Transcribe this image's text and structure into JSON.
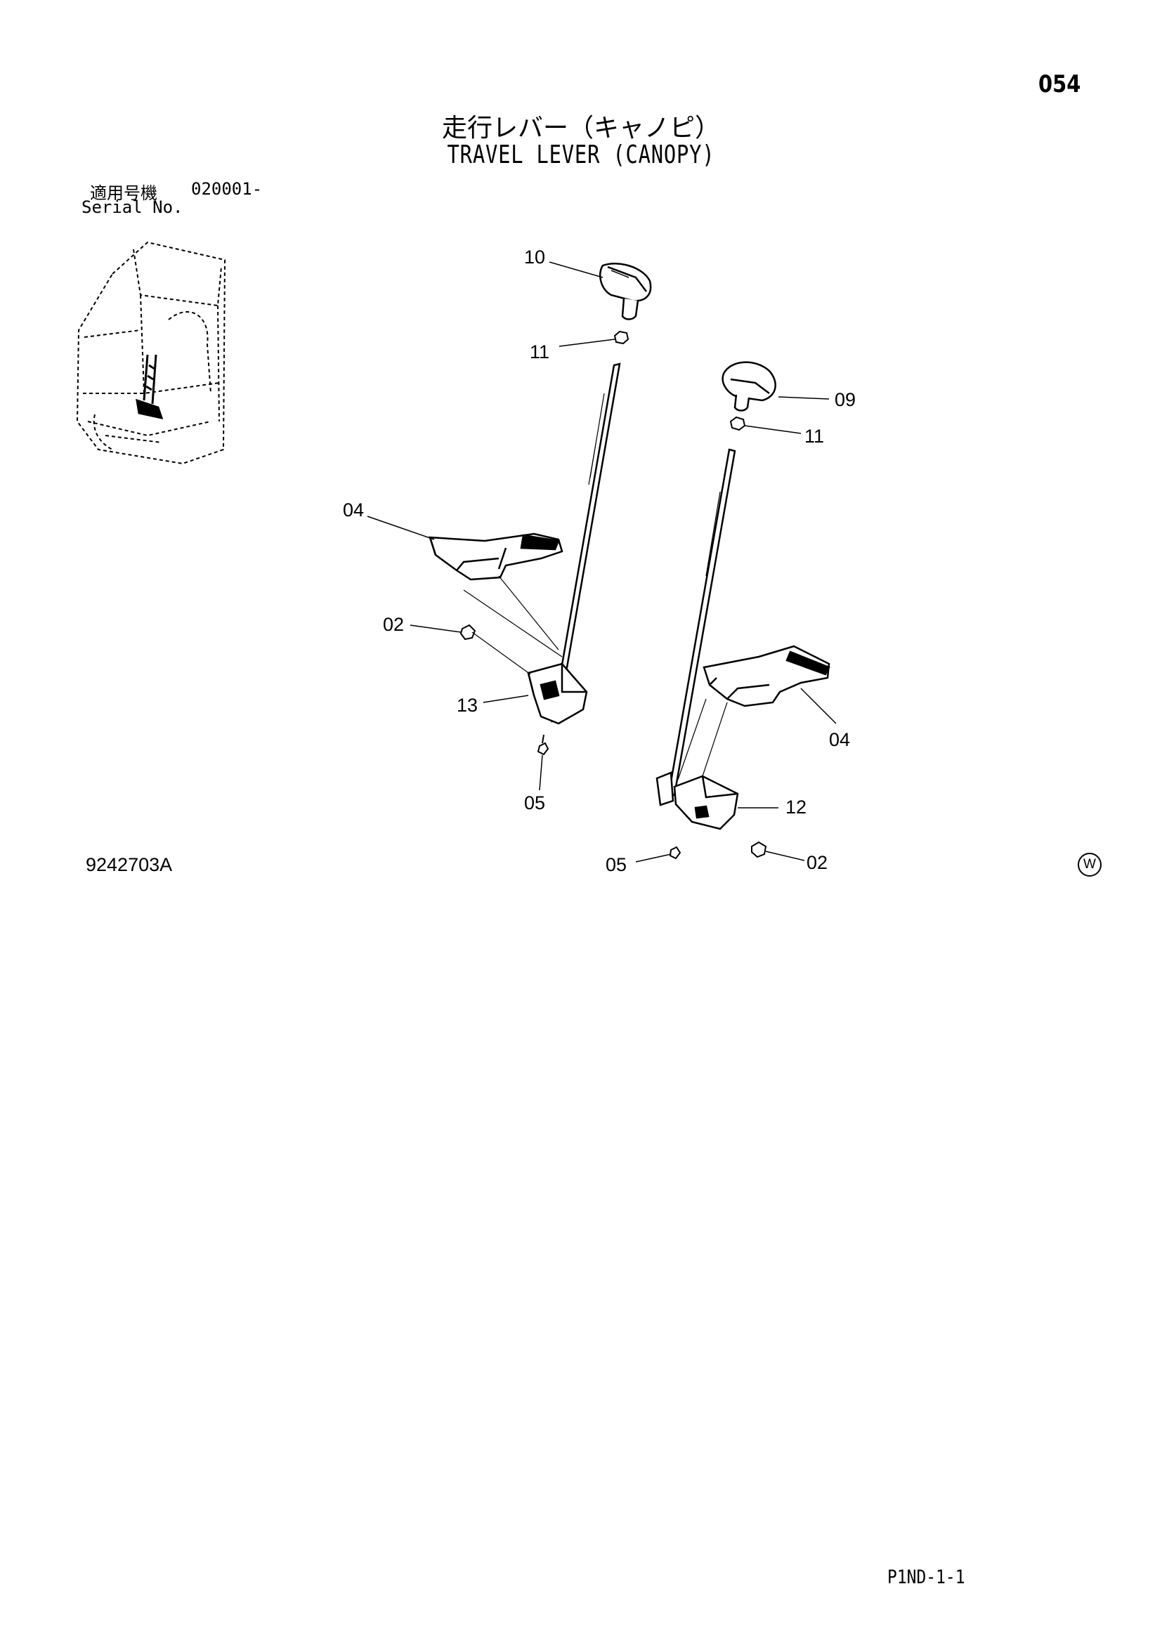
{
  "header": {
    "page_number": "054",
    "title_ja": "走行レバー（キャノピ）",
    "title_en": "TRAVEL LEVER (CANOPY)"
  },
  "serial": {
    "label_ja": "適用号機",
    "value": "020001-",
    "label_en": "Serial No."
  },
  "diagram": {
    "callouts": {
      "c10": "10",
      "c11_left": "11",
      "c09": "09",
      "c11_right": "11",
      "c04_left": "04",
      "c02_left": "02",
      "c13": "13",
      "c05_left": "05",
      "c04_right": "04",
      "c12": "12",
      "c05_bottom": "05",
      "c02_bottom": "02"
    }
  },
  "footer": {
    "drawing_number": "9242703A",
    "mark": "W",
    "code": "P1ND-1-1"
  }
}
